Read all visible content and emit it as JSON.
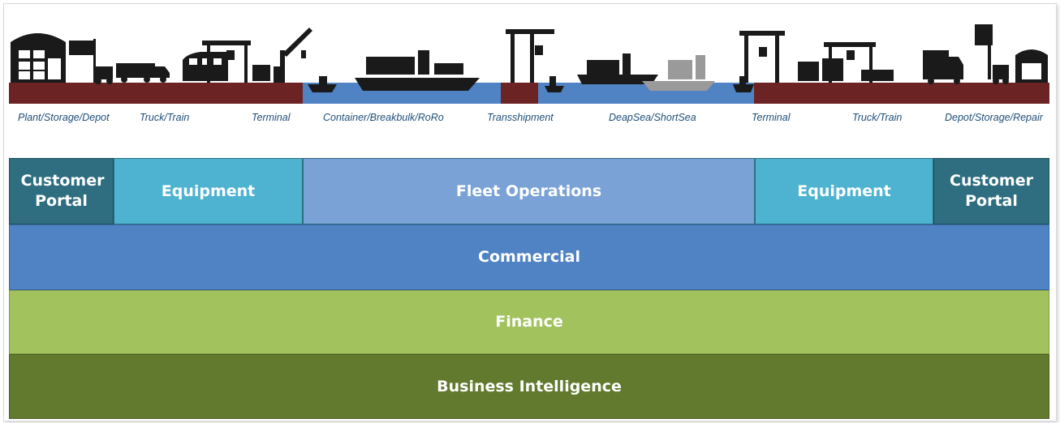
{
  "timeline": {
    "captions": [
      "Plant/Storage/Depot",
      "Truck/Train",
      "Terminal",
      "Container/Breakbulk/RoRo",
      "Transshipment",
      "DeapSea/ShortSea",
      "Terminal",
      "Truck/Train",
      "Depot/Storage/Repair"
    ],
    "colors": {
      "land": "#6b2323",
      "water": "#4f83c4",
      "silhouette": "#1a1a1a"
    }
  },
  "layers": {
    "customer_portal_left": "Customer Portal",
    "equipment_left": "Equipment",
    "fleet_operations": "Fleet Operations",
    "equipment_right": "Equipment",
    "customer_portal_right": "Customer Portal",
    "commercial": "Commercial",
    "finance": "Finance",
    "business_intelligence": "Business Intelligence"
  },
  "colors": {
    "portal": "#2e6e80",
    "equipment": "#4db3d1",
    "fleet": "#7aa2d6",
    "commercial": "#4f83c4",
    "finance": "#a2c25d",
    "bi": "#627a2d"
  }
}
